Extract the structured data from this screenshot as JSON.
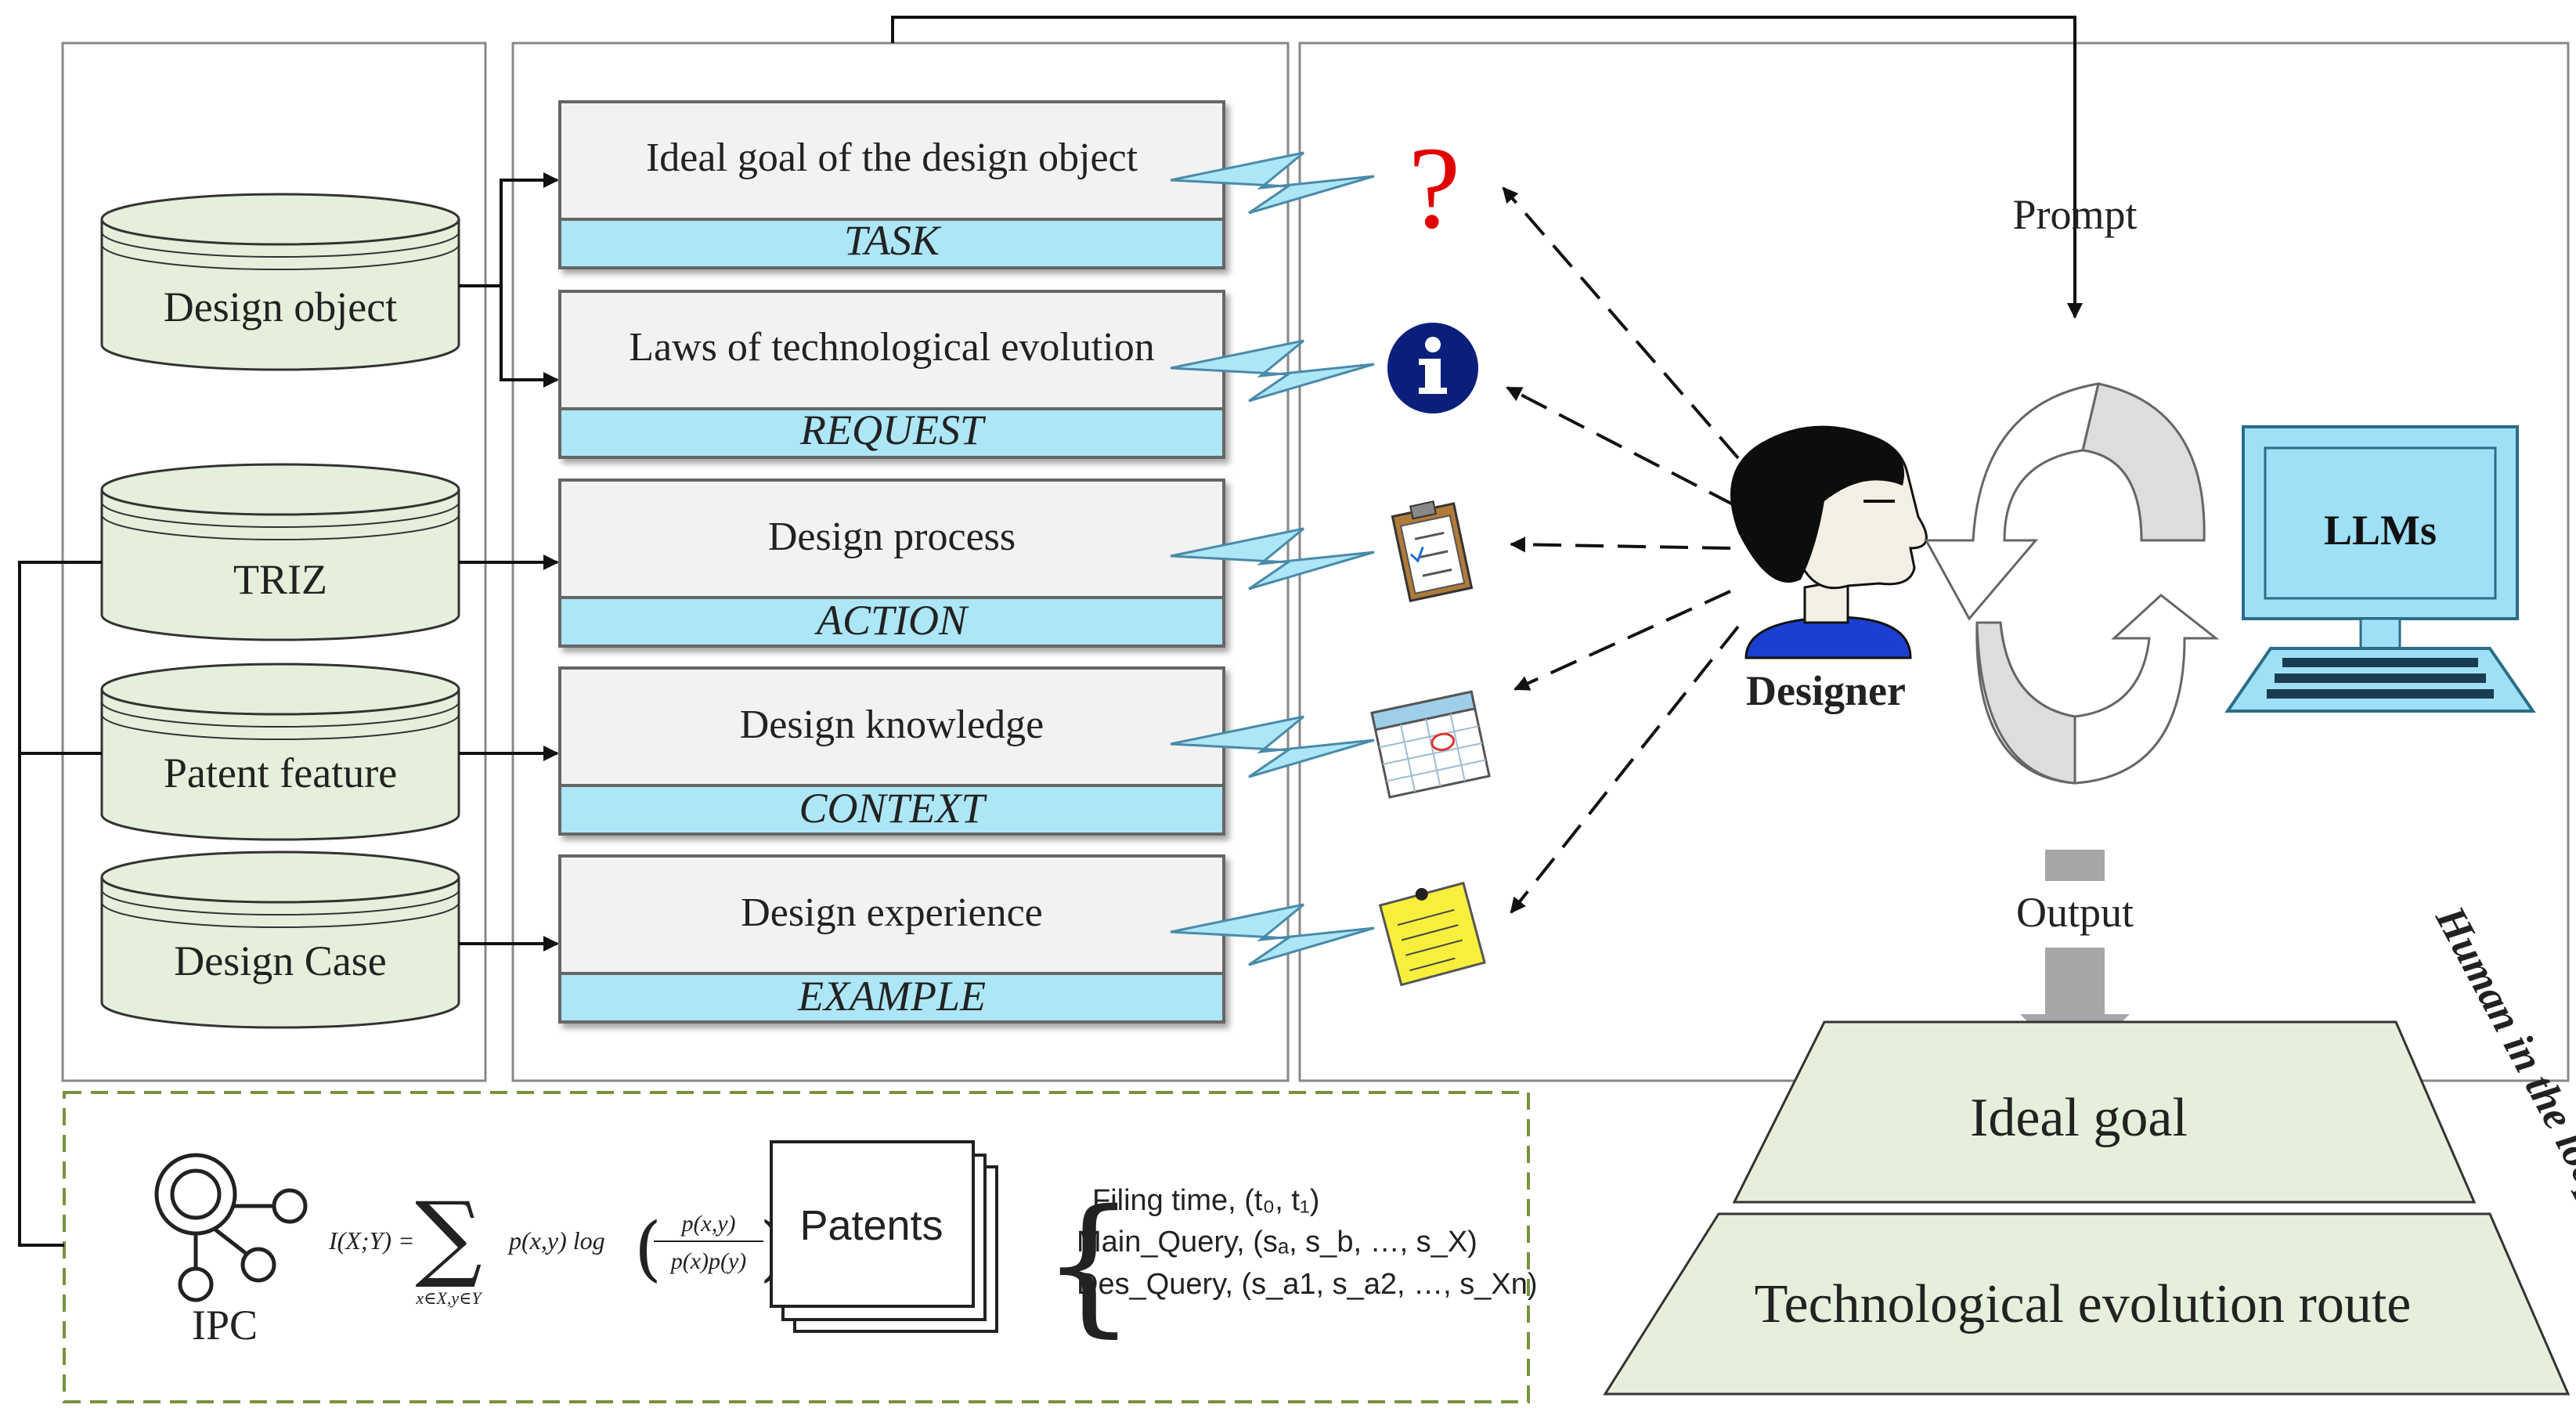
{
  "databases": [
    {
      "label": "Design object"
    },
    {
      "label": "TRIZ"
    },
    {
      "label": "Patent feature"
    },
    {
      "label": "Design Case"
    }
  ],
  "prompt_blocks": [
    {
      "title": "Ideal goal of the design object",
      "tag": "TASK"
    },
    {
      "title": "Laws of technological evolution",
      "tag": "REQUEST"
    },
    {
      "title": "Design process",
      "tag": "ACTION"
    },
    {
      "title": "Design knowledge",
      "tag": "CONTEXT"
    },
    {
      "title": "Design experience",
      "tag": "EXAMPLE"
    }
  ],
  "icons": [
    "question-mark-icon",
    "info-icon",
    "clipboard-checklist-icon",
    "calendar-icon",
    "sticky-note-icon"
  ],
  "designer": {
    "label": "Designer"
  },
  "llm": {
    "label": "LLMs"
  },
  "labels": {
    "prompt": "Prompt",
    "output": "Output",
    "human_in_loop": "Human in the loop"
  },
  "pyramid": {
    "top": "Ideal goal",
    "bottom": "Technological evolution route"
  },
  "patent_box": {
    "ipc_label": "IPC",
    "patents_label": "Patents",
    "mutual_info_lhs": "I(X;Y) =",
    "sum_subscript": "x∈X,y∈Y",
    "mutual_info_term": "p(x,y) log",
    "frac_num": "p(x,y)",
    "frac_den": "p(x)p(y)",
    "filing_time": "Filing time, (t₀, t₁)",
    "main_query": "Main_Query, (sₐ, s_b, …, s_X)",
    "des_query": "Des_Query, (s_a1, s_a2, …, s_Xn)"
  },
  "colors": {
    "db_fill": "#e6efdb",
    "tag_fill": "#ade6f7",
    "block_fill": "#f2f2f2",
    "monitor_fill": "#9fe0f6",
    "pyramid_fill": "#e6efdb",
    "dash_border": "#77933c",
    "question_red": "#e00000",
    "info_navy": "#0a1f7a"
  }
}
